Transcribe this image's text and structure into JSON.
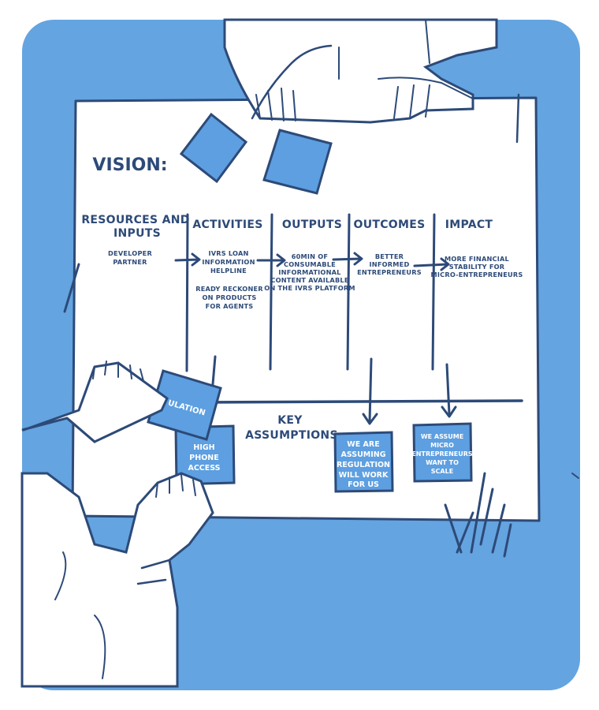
{
  "colors": {
    "background_blue": "#64a4e0",
    "ink": "#2d4a78",
    "paper": "#ffffff",
    "sticky": "#5d9fe0"
  },
  "board": {
    "vision_label": "VISION:",
    "columns": {
      "resources": {
        "header_line1": "RESOURCES AND",
        "header_line2": "INPUTS",
        "lines": [
          "DEVELOPER",
          "PARTNER"
        ]
      },
      "activities": {
        "header": "ACTIVITIES",
        "lines": [
          "IVRS LOAN",
          "INFORMATION",
          "HELPLINE"
        ],
        "lines2": [
          "READY RECKONER",
          "ON PRODUCTS",
          "FOR AGENTS"
        ]
      },
      "outputs": {
        "header": "OUTPUTS",
        "lines": [
          "60MIN OF",
          "CONSUMABLE",
          "INFORMATIONAL",
          "CONTENT AVAILABLE",
          "ON THE IVRS PLATFORM"
        ]
      },
      "outcomes": {
        "header": "OUTCOMES",
        "lines": [
          "BETTER",
          "INFORMED",
          "ENTREPRENEURS"
        ]
      },
      "impact": {
        "header": "IMPACT",
        "lines": [
          "MORE FINANCIAL",
          "STABILITY FOR",
          "MICRO-ENTREPRENEURS"
        ]
      }
    },
    "key_assumptions": {
      "line1": "KEY",
      "line2": "ASSUMPTIONS"
    },
    "stickies": {
      "held": {
        "text": "ULATION"
      },
      "phone": {
        "lines": [
          "HIGH",
          "PHONE",
          "ACCESS"
        ]
      },
      "regulation": {
        "lines": [
          "WE ARE",
          "ASSUMING",
          "REGULATION",
          "WILL WORK",
          "FOR US"
        ]
      },
      "micro": {
        "lines": [
          "WE ASSUME",
          "MICRO",
          "ENTREPRENEURS",
          "WANT TO",
          "SCALE"
        ]
      }
    }
  }
}
